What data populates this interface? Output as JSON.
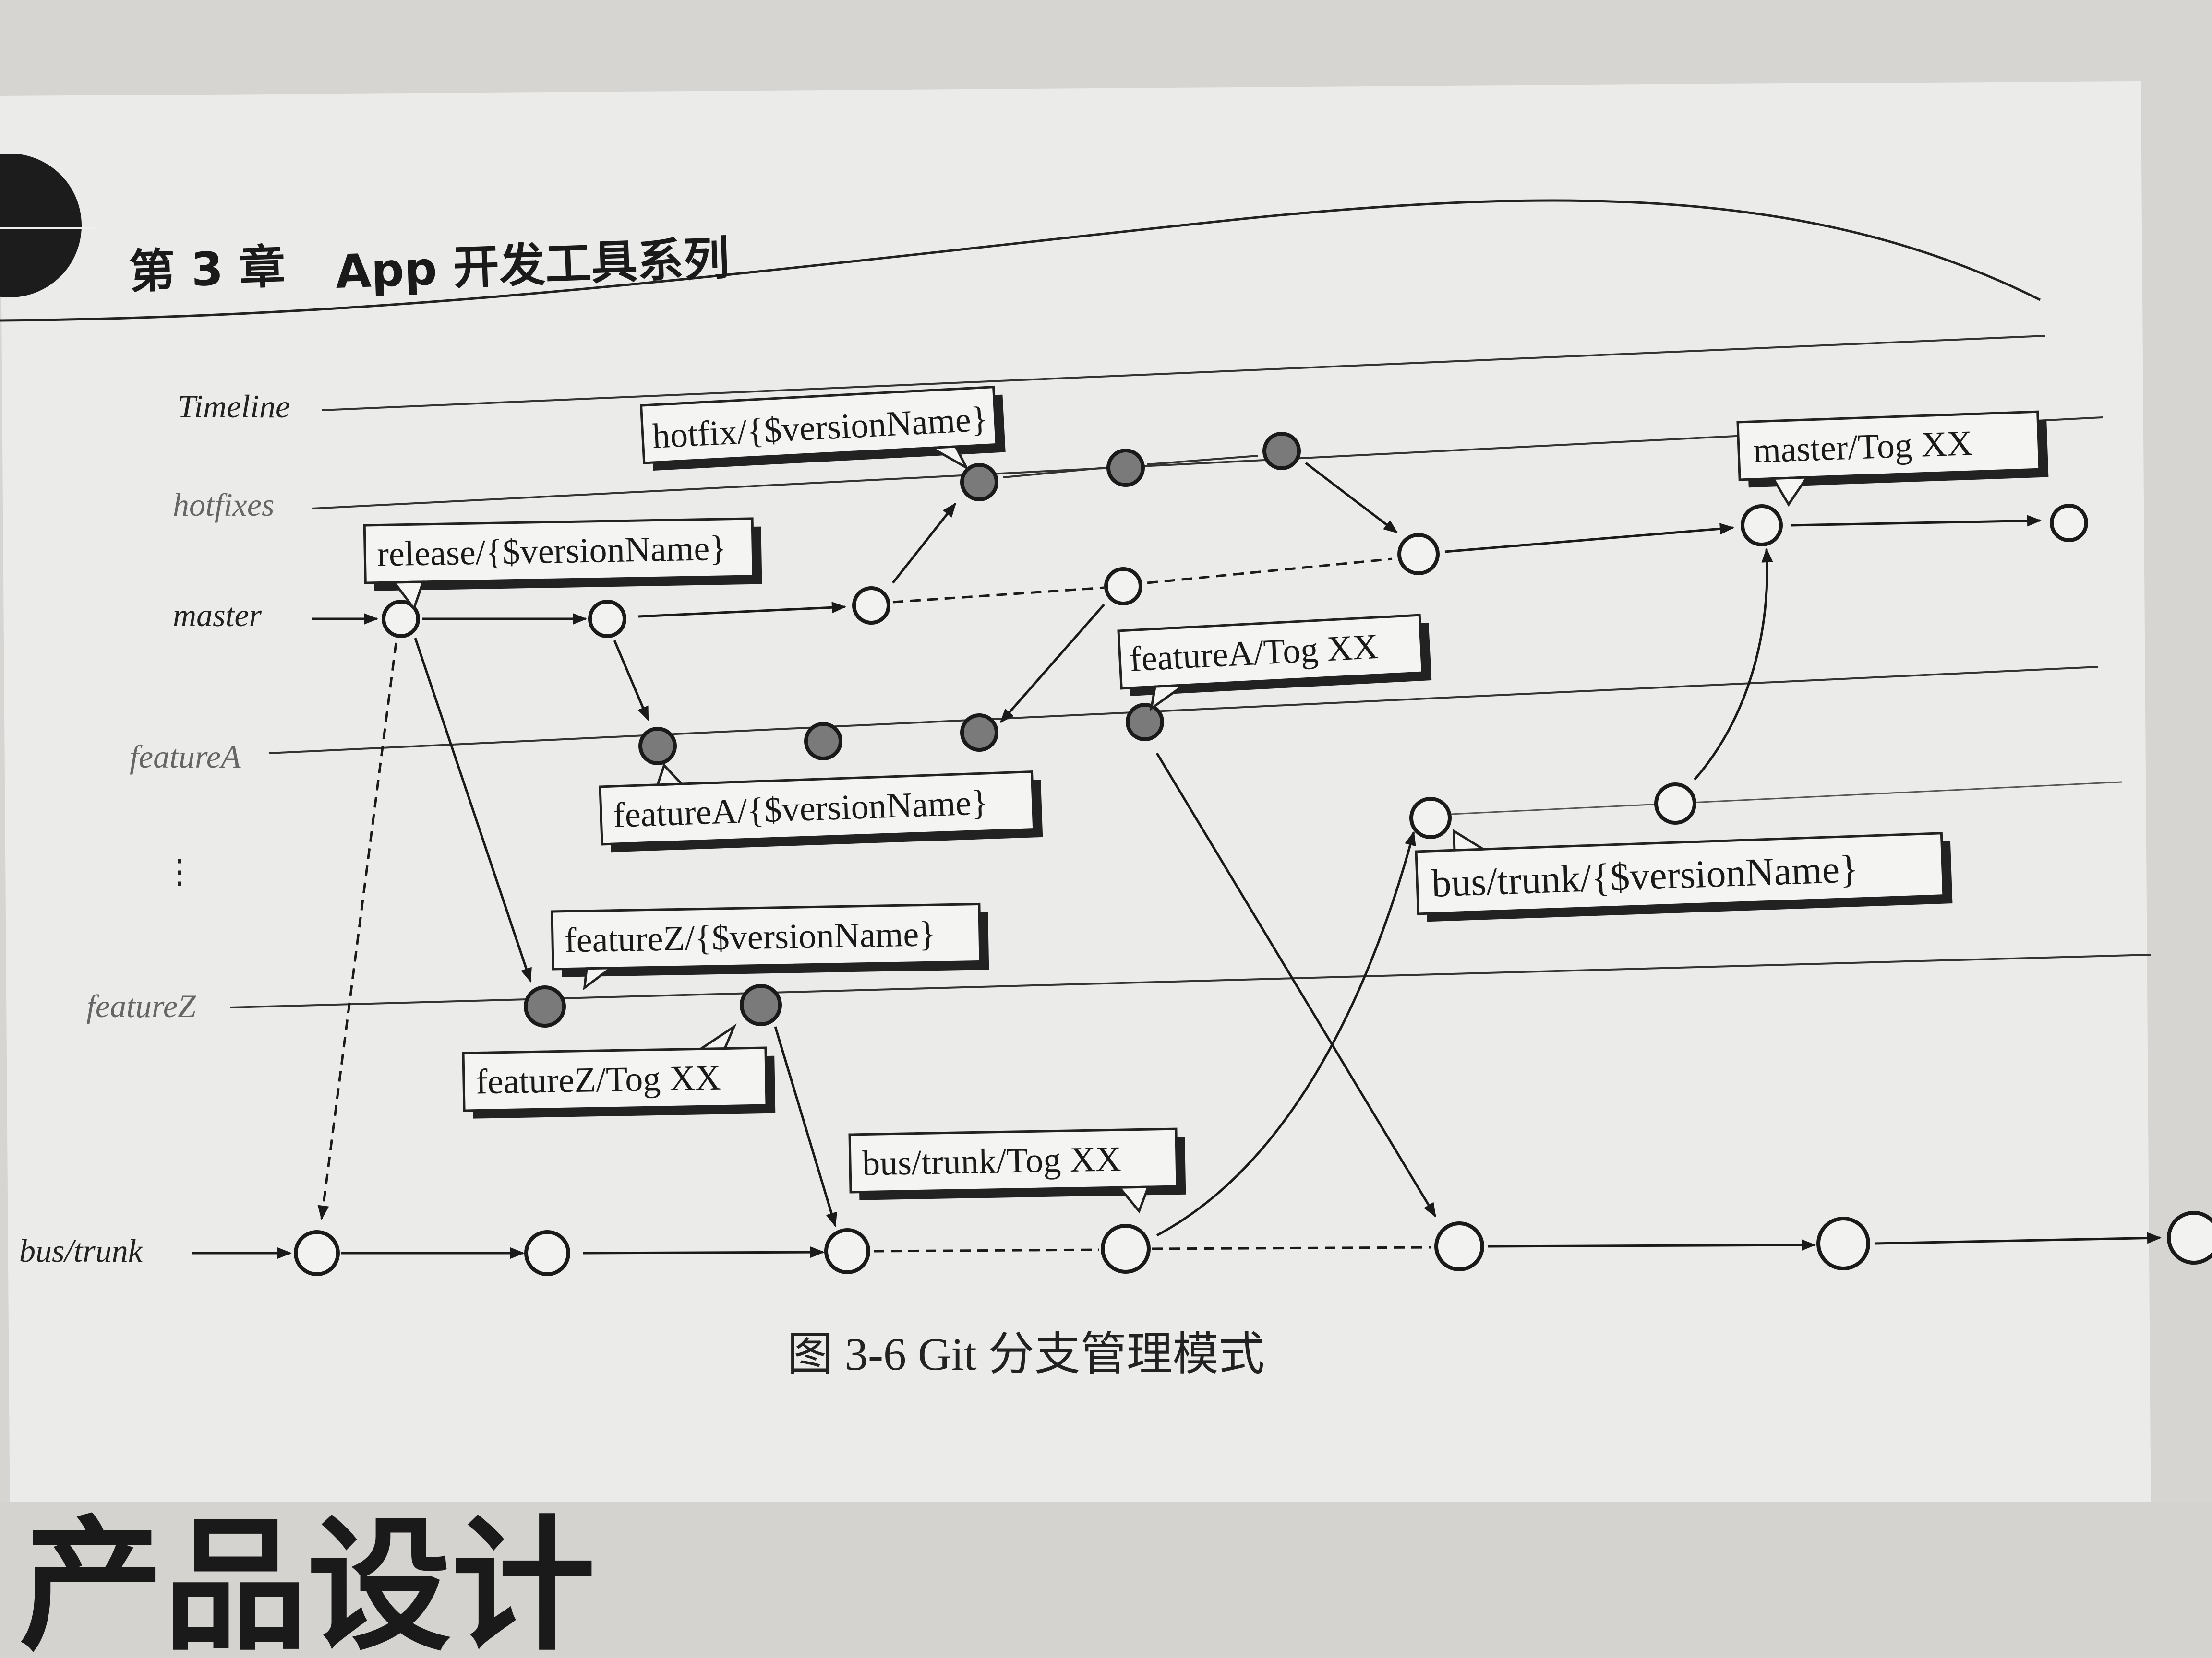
{
  "header": {
    "chapter": "第 3 章",
    "chapter_title": "App 开发工具系列"
  },
  "rows": {
    "timeline": "Timeline",
    "hotfixes": "hotfixes",
    "master": "master",
    "featureA": "featureA",
    "ellipsis": "⋮",
    "featureZ": "featureZ",
    "bus_trunk": "bus/trunk"
  },
  "tags": {
    "hotfix_version": "hotfix/{$versionName}",
    "release_version": "release/{$versionName}",
    "master_tog": "master/Tog XX",
    "featureA_tog": "featureA/Tog XX",
    "featureA_version": "featureA/{$versionName}",
    "bus_trunk_version": "bus/trunk/{$versionName}",
    "featureZ_version": "featureZ/{$versionName}",
    "featureZ_tog": "featureZ/Tog XX",
    "bus_trunk_tog": "bus/trunk/Tog XX"
  },
  "caption": "图 3-6   Git 分支管理模式",
  "book_title": "产品设计"
}
